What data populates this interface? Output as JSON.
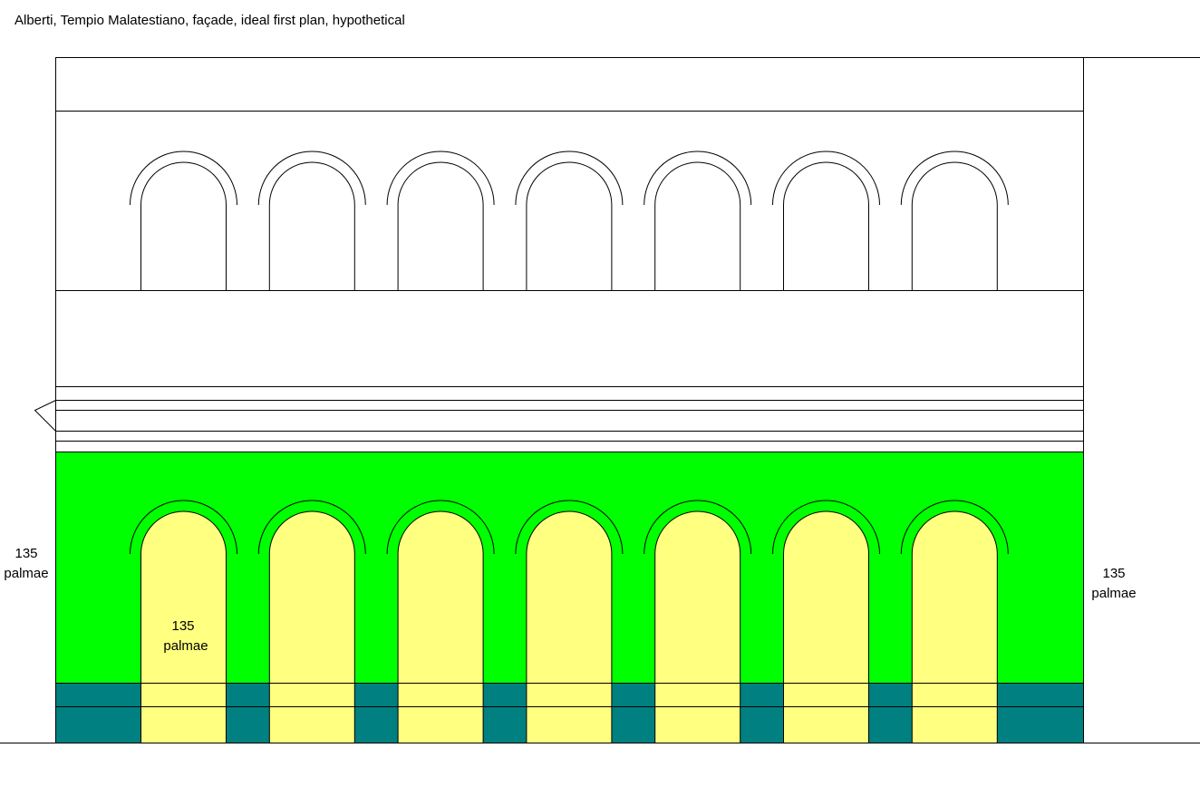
{
  "title": "Alberti, Tempio Malatestiano, façade, ideal first plan, hypothetical",
  "labels": {
    "left_height": [
      "135",
      "palmae"
    ],
    "right_height": [
      "135",
      "palmae"
    ],
    "arch_height": [
      "135",
      "palmae"
    ]
  },
  "arch_count": 7,
  "colors": {
    "lower_wall": "#00ff00",
    "arch_opening": "#ffff80",
    "base_pier": "#008080",
    "line": "#000000",
    "background": "#ffffff"
  }
}
